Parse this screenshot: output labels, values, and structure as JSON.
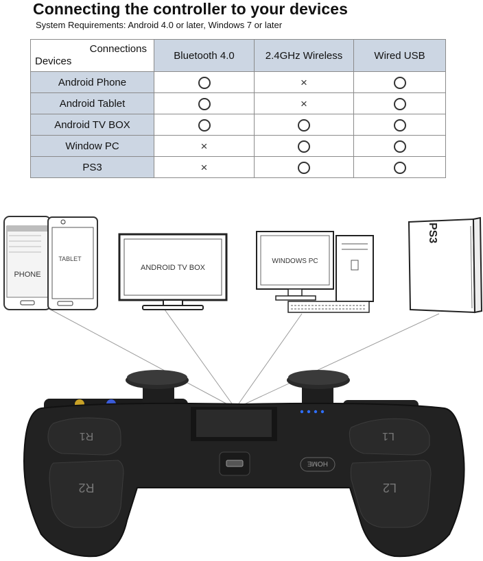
{
  "header": {
    "title": "Connecting the controller to your devices",
    "subtitle": "System Requirements: Android 4.0 or later, Windows 7 or later"
  },
  "table": {
    "corner_top": "Connections",
    "corner_bottom": "Devices",
    "columns": [
      "Bluetooth 4.0",
      "2.4GHz Wireless",
      "Wired USB"
    ],
    "rows": [
      {
        "device": "Android Phone",
        "values": [
          "O",
          "X",
          "O"
        ]
      },
      {
        "device": "Android Tablet",
        "values": [
          "O",
          "X",
          "O"
        ]
      },
      {
        "device": "Android TV BOX",
        "values": [
          "O",
          "O",
          "O"
        ]
      },
      {
        "device": "Window PC",
        "values": [
          "X",
          "O",
          "O"
        ]
      },
      {
        "device": "PS3",
        "values": [
          "X",
          "O",
          "O"
        ]
      }
    ]
  },
  "devices": {
    "phone_label": "PHONE",
    "tablet_label": "TABLET",
    "tv_label": "ANDROID TV BOX",
    "pc_label": "WINDOWS PC",
    "ps3_label": "PS3"
  },
  "controller": {
    "r1": "R1",
    "r2": "R2",
    "l1": "L1",
    "l2": "L2",
    "home": "HOME"
  },
  "colors": {
    "header_bg": "#ccd6e3",
    "led": "#2f6fff"
  }
}
